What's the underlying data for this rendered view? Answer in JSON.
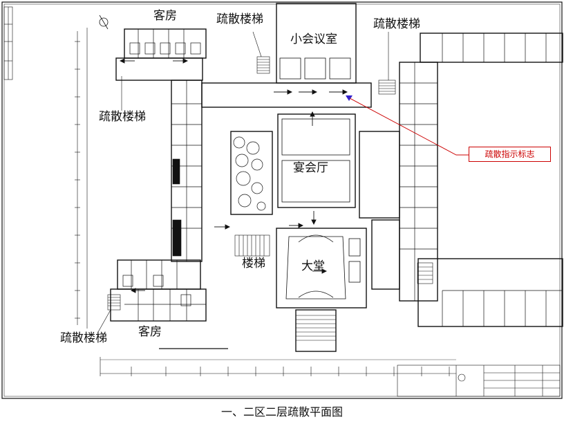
{
  "labels": {
    "guest_room_top": "客房",
    "stair_top_left": "疏散楼梯",
    "small_meeting_room": "小会议室",
    "stair_top_right": "疏散楼梯",
    "stair_left": "疏散楼梯",
    "banquet_hall": "宴会厅",
    "stairs_center": "楼梯",
    "lobby": "大堂",
    "stair_bottom_left": "疏散楼梯",
    "guest_room_bottom": "客房"
  },
  "callout": {
    "text": "疏散指示标志",
    "color": "#cc0000"
  },
  "caption": "一、二区二层疏散平面图",
  "colors": {
    "line": "#111111",
    "callout": "#cc0000",
    "marker": "#3322cc"
  },
  "icons": {
    "north": "north-arrow-icon",
    "exit_marker": "exit-sign-marker-icon"
  }
}
